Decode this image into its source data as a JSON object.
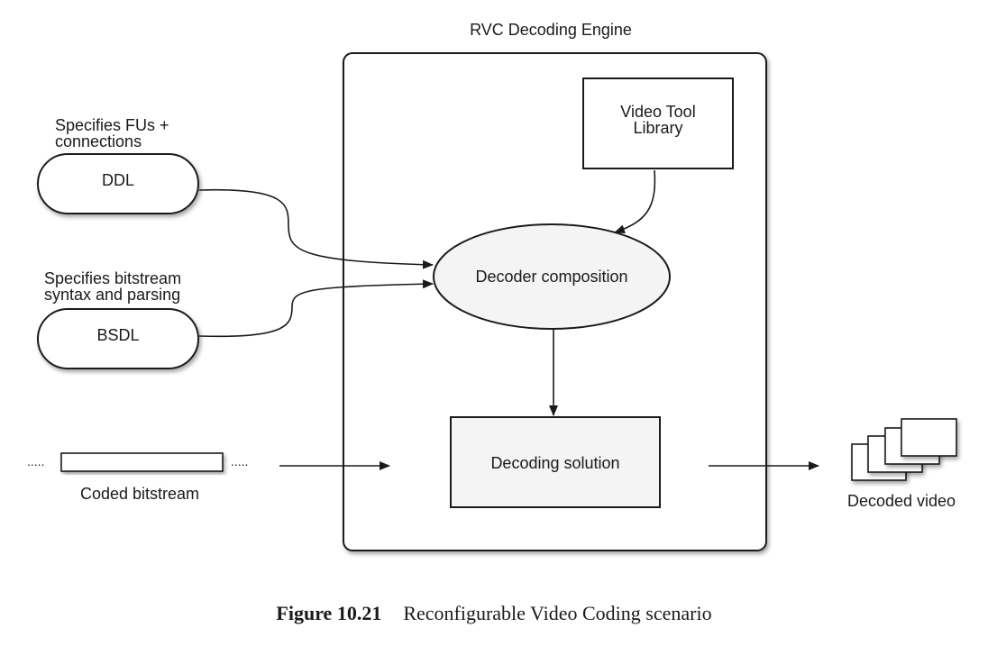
{
  "diagram": {
    "engine": {
      "title": "RVC Decoding Engine"
    },
    "nodes": {
      "video_tool_library": {
        "line1": "Video Tool",
        "line2": "Library"
      },
      "decoder_composition": {
        "label": "Decoder composition"
      },
      "decoding_solution": {
        "label": "Decoding solution"
      },
      "ddl": {
        "label": "DDL",
        "note_line1": "Specifies FUs +",
        "note_line2": "connections"
      },
      "bsdl": {
        "label": "BSDL",
        "note_line1": "Specifies bitstream",
        "note_line2": "syntax and parsing"
      },
      "coded_bitstream": {
        "label": "Coded bitstream",
        "ellipsis_left": ".....",
        "ellipsis_right": "....."
      },
      "decoded_video": {
        "label": "Decoded video"
      }
    },
    "edges": [
      {
        "from": "ddl",
        "to": "decoder_composition"
      },
      {
        "from": "bsdl",
        "to": "decoder_composition"
      },
      {
        "from": "video_tool_library",
        "to": "decoder_composition"
      },
      {
        "from": "decoder_composition",
        "to": "decoding_solution"
      },
      {
        "from": "coded_bitstream",
        "to": "decoding_solution"
      },
      {
        "from": "decoding_solution",
        "to": "decoded_video"
      }
    ]
  },
  "caption": {
    "figure_number": "Figure 10.21",
    "text": "Reconfigurable Video Coding scenario"
  }
}
